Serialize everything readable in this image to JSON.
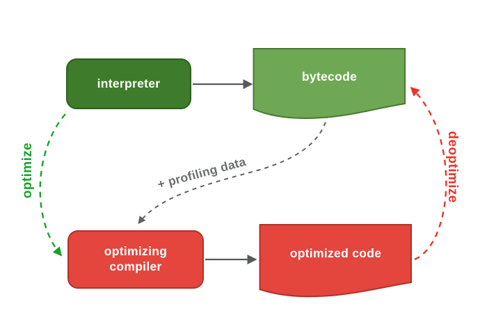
{
  "diagram": {
    "nodes": {
      "interpreter": {
        "label": "interpreter",
        "fill": "#3e7b2b",
        "shape": "rounded-rect"
      },
      "bytecode": {
        "label": "bytecode",
        "fill": "#6fa855",
        "shape": "document"
      },
      "optimizing_compiler": {
        "label": "optimizing\ncompiler",
        "fill": "#e4453c",
        "shape": "rounded-rect"
      },
      "optimized_code": {
        "label": "optimized code",
        "fill": "#e4453c",
        "shape": "document"
      }
    },
    "edges": {
      "interpreter_to_bytecode": {
        "style": "solid",
        "color": "#58595b"
      },
      "compiler_to_optimized_code": {
        "style": "solid",
        "color": "#58595b"
      },
      "bytecode_to_compiler": {
        "label": "+ profiling data",
        "style": "dashed",
        "color": "#5f6062"
      },
      "optimize": {
        "label": "optimize",
        "style": "dashed",
        "color": "#16a32c"
      },
      "deoptimize": {
        "label": "deoptimize",
        "style": "dashed",
        "color": "#e8362a"
      }
    },
    "colors": {
      "background": "#ffffff",
      "interpreter_fill": "#3e7b2b",
      "interpreter_stroke": "#2c611c",
      "bytecode_fill": "#6fa855",
      "bytecode_stroke": "#49772f",
      "red_fill": "#e4453c",
      "red_stroke": "#b03329",
      "solid_arrow": "#58595b",
      "profiling_arrow": "#5f6062",
      "optimize_accent": "#16a32c",
      "deoptimize_accent": "#e8362a",
      "node_text": "#ffffff"
    }
  }
}
